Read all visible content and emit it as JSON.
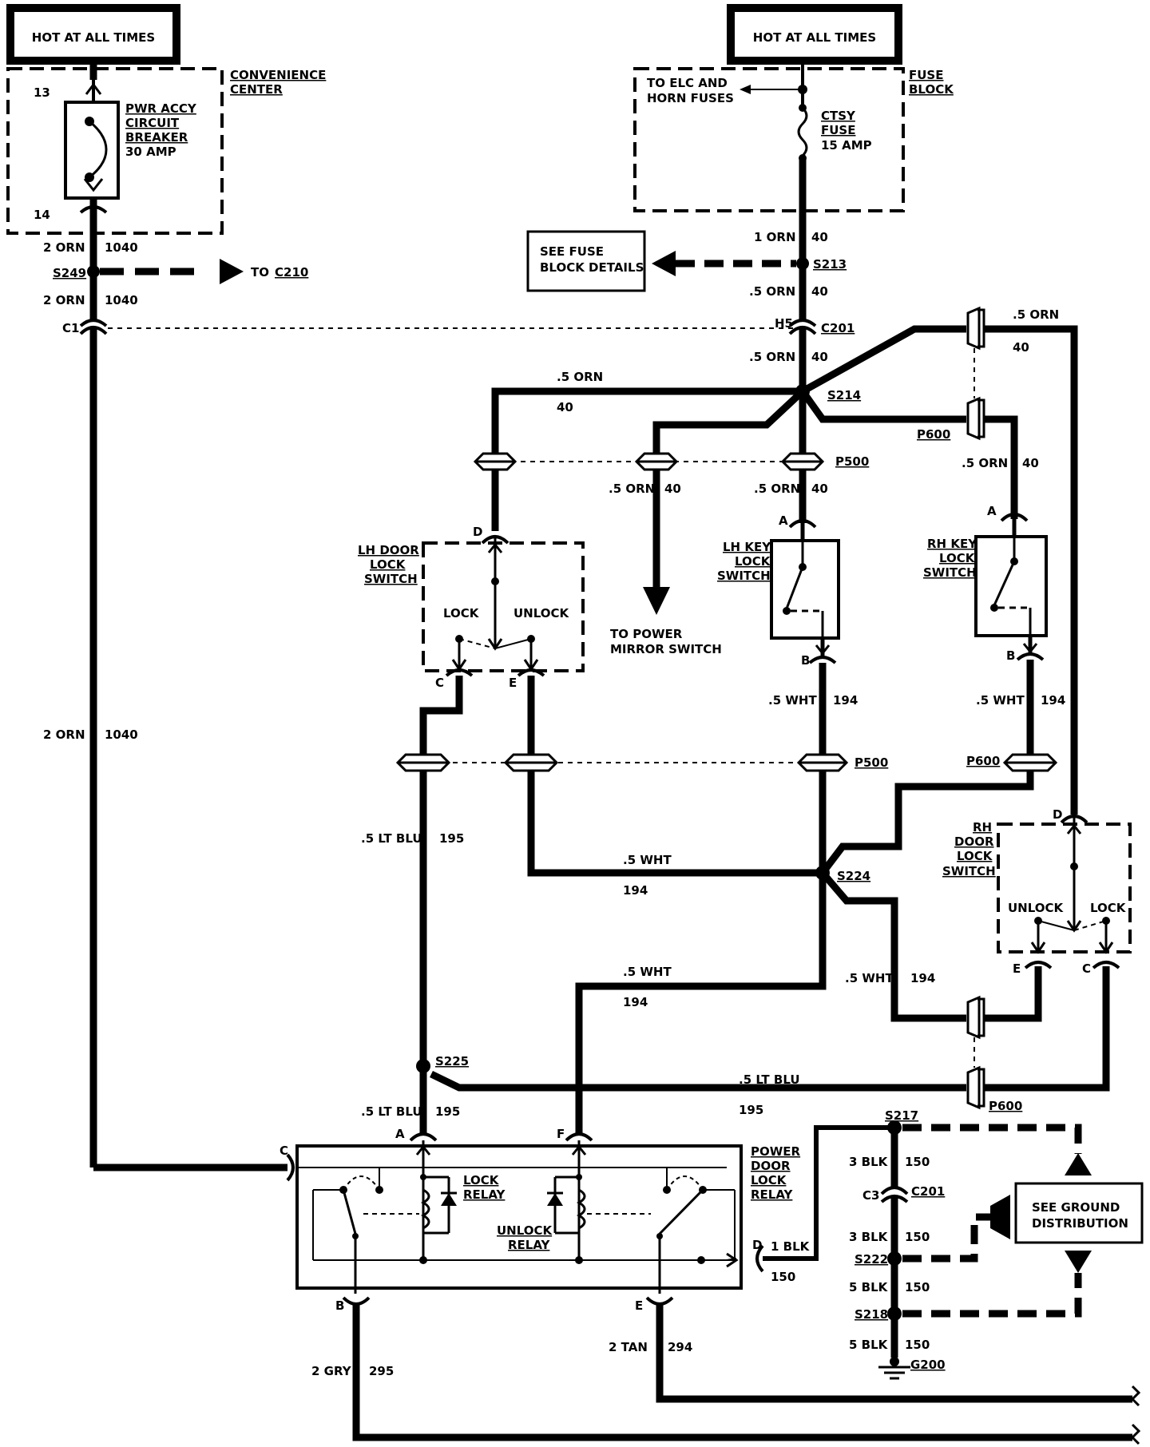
{
  "supply": {
    "left_title": "HOT AT ALL TIMES",
    "right_title": "HOT AT ALL TIMES"
  },
  "convenience_center": {
    "label_line1": "CONVENIENCE",
    "label_line2": "CENTER",
    "pin_top": "13",
    "pin_bottom": "14",
    "breaker_line1": "PWR ACCY",
    "breaker_line2": "CIRCUIT",
    "breaker_line3": "BREAKER",
    "breaker_line4": "30 AMP"
  },
  "fuse_block": {
    "label_line1": "FUSE",
    "label_line2": "BLOCK",
    "to_elc_line1": "TO ELC AND",
    "to_elc_line2": "HORN FUSES",
    "fuse_line1": "CTSY",
    "fuse_line2": "FUSE",
    "fuse_line3": "15 AMP"
  },
  "see_fuse": {
    "line1": "SEE FUSE",
    "line2": "BLOCK DETAILS"
  },
  "see_ground": {
    "line1": "SEE GROUND",
    "line2": "DISTRIBUTION"
  },
  "to_c210": {
    "prefix": "TO",
    "ref": "C210"
  },
  "to_mirror": {
    "line1": "TO POWER",
    "line2": "MIRROR SWITCH"
  },
  "wires": {
    "w2orn": "2 ORN",
    "c1040": "1040",
    "w1orn": "1 ORN",
    "w05orn": ".5 ORN",
    "c40": "40",
    "w05wht": ".5 WHT",
    "c194": "194",
    "w05ltblu": ".5 LT BLU",
    "c195": "195",
    "w3blk": "3 BLK",
    "w5blk": "5 BLK",
    "w1blk": "1 BLK",
    "c150": "150",
    "w2gry": "2 GRY",
    "c295": "295",
    "w2tan": "2 TAN",
    "c294": "294"
  },
  "splices": {
    "s249": "S249",
    "s213": "S213",
    "s214": "S214",
    "s224": "S224",
    "s225": "S225",
    "s217": "S217",
    "s222": "S222",
    "s218": "S218",
    "g200": "G200"
  },
  "connectors": {
    "c1": "C1",
    "h5": "H5",
    "c201": "C201",
    "c3": "C3",
    "p500": "P500",
    "p600": "P600"
  },
  "pins": {
    "a": "A",
    "b": "B",
    "c": "C",
    "d": "D",
    "e": "E",
    "f": "F"
  },
  "lh_door_switch": {
    "line1": "LH DOOR",
    "line2": "LOCK",
    "line3": "SWITCH",
    "lock": "LOCK",
    "unlock": "UNLOCK"
  },
  "rh_door_switch": {
    "line1": "RH",
    "line2": "DOOR",
    "line3": "LOCK",
    "line4": "SWITCH",
    "lock": "LOCK",
    "unlock": "UNLOCK"
  },
  "lh_key_switch": {
    "line1": "LH KEY",
    "line2": "LOCK",
    "line3": "SWITCH"
  },
  "rh_key_switch": {
    "line1": "RH KEY",
    "line2": "LOCK",
    "line3": "SWITCH"
  },
  "relay": {
    "label_line1": "POWER",
    "label_line2": "DOOR",
    "label_line3": "LOCK",
    "label_line4": "RELAY",
    "lock_line1": "LOCK",
    "lock_line2": "RELAY",
    "unlock_line1": "UNLOCK",
    "unlock_line2": "RELAY"
  }
}
